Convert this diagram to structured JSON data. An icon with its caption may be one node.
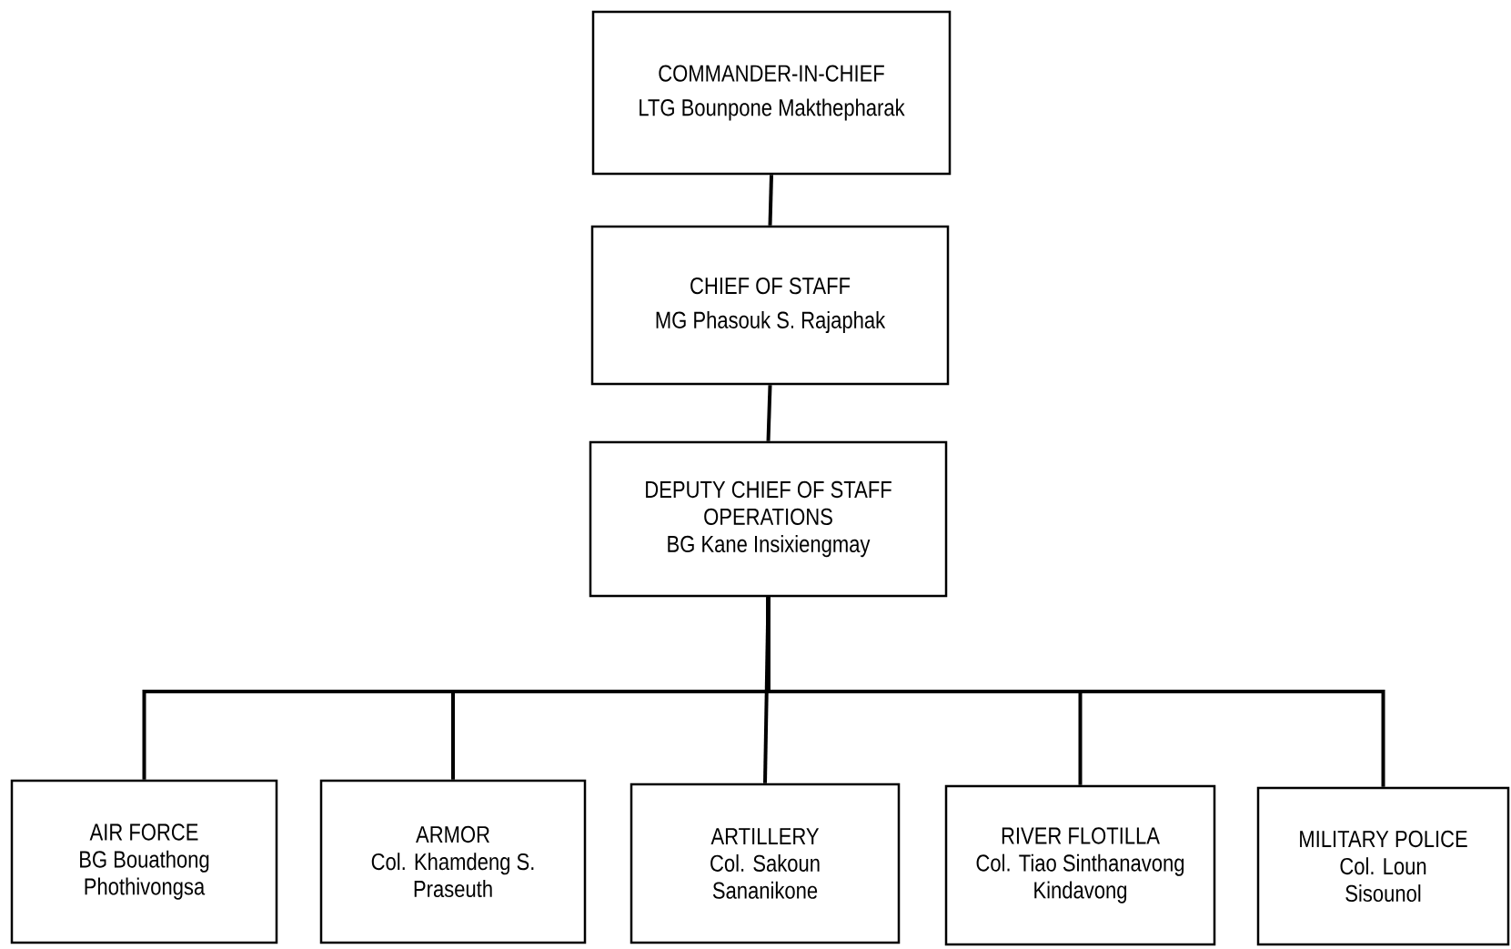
{
  "diagram": {
    "nodes": [
      {
        "text": [
          "COMMANDER-IN-CHIEF",
          "LTG Bounpone Makthepharak"
        ]
      },
      {
        "text": [
          "CHIEF OF STAFF",
          "MG Phasouk S. Rajaphak"
        ]
      },
      {
        "text": [
          "DEPUTY CHIEF OF STAFF OPERATIONS",
          "BG Kane Insixiengmay"
        ]
      },
      {
        "text": [
          "AIR FORCE",
          "BG Bouathong Phothivongsa"
        ]
      },
      {
        "text": [
          "ARMOR",
          "Col. Khamdeng S. Praseuth"
        ]
      },
      {
        "text": [
          "ARTILLERY",
          "Col. Sakoun Sananikone"
        ]
      },
      {
        "text": [
          "RIVER FLOTILLA",
          "Col. Tiao Sinthanavong Kindavong"
        ]
      },
      {
        "text": [
          "MILITARY POLICE",
          "Col. Loun Sisounol"
        ]
      }
    ],
    "edges": [
      {
        "from": 0,
        "to": 1,
        "arrow": "none"
      },
      {
        "from": 1,
        "to": 2,
        "arrow": "none"
      },
      {
        "from": 2,
        "to": 3,
        "arrow": "none"
      },
      {
        "from": 2,
        "to": 4,
        "arrow": "none"
      },
      {
        "from": 2,
        "to": 5,
        "arrow": "none"
      },
      {
        "from": 2,
        "to": 6,
        "arrow": "none"
      },
      {
        "from": 2,
        "to": 7,
        "arrow": "none"
      }
    ]
  }
}
